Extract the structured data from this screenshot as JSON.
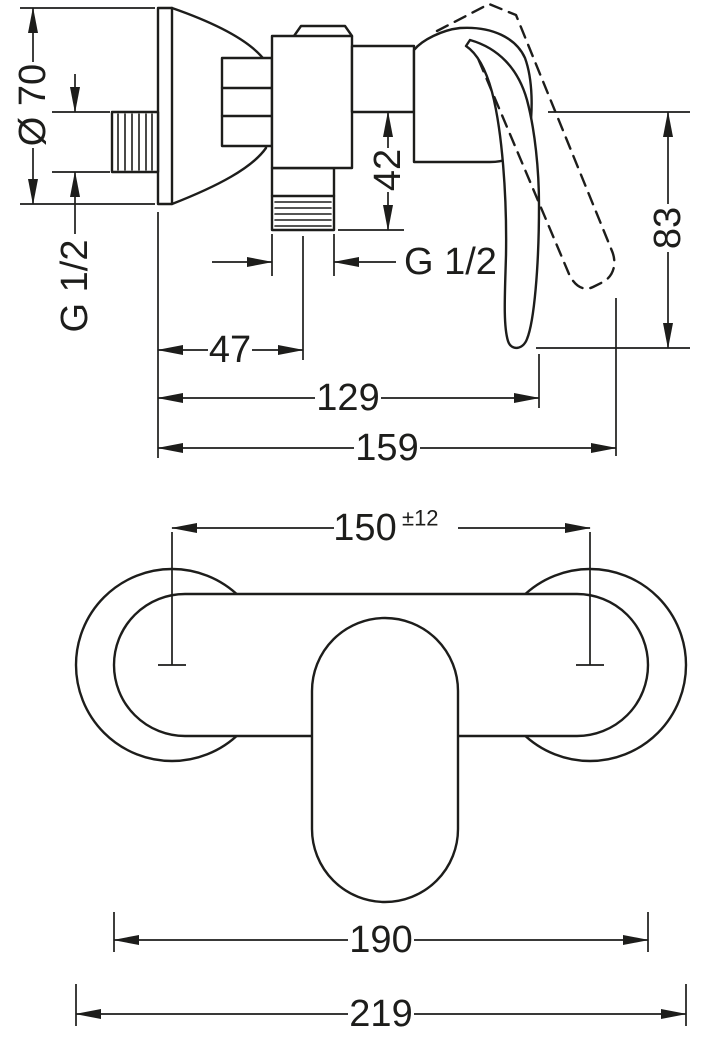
{
  "colors": {
    "ink": "#1d1d1b",
    "background": "#ffffff"
  },
  "side_view": {
    "diameter_label": "Ø 70",
    "inlet_thread_label": "G 1/2",
    "outlet_thread_label": "G 1/2",
    "depth_to_outlet": "42",
    "handle_height": "83",
    "wall_to_outlet": "47",
    "wall_to_handle": "129",
    "overall_depth": "159"
  },
  "front_view": {
    "connection_distance": "150",
    "connection_tolerance": "±12",
    "body_width": "190",
    "overall_width": "219"
  }
}
